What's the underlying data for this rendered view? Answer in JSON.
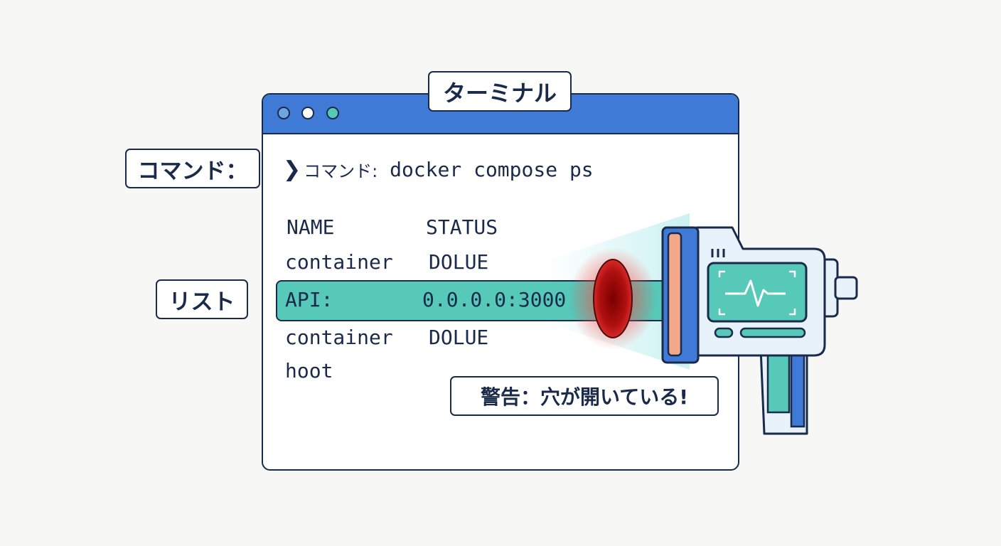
{
  "window": {
    "title": "ターミナル"
  },
  "labels": {
    "command": "コマンド：",
    "list": "リスト",
    "warning": "警告：穴が開いている!"
  },
  "terminal": {
    "prompt_prefix": "コマンド:",
    "command_text": " docker compose ps",
    "headers": {
      "name": "NAME",
      "status": "STATUS"
    },
    "rows": [
      {
        "name": "container",
        "status": "DOLUE"
      },
      {
        "name": "API:",
        "status": "0.0.0.0:3000"
      },
      {
        "name": "container",
        "status": "DOLUE"
      },
      {
        "name": "hoot",
        "status": ""
      }
    ]
  },
  "colors": {
    "titlebar": "#3f7ad6",
    "highlight": "#56c9b9",
    "hole": "#c41a1a",
    "outline": "#1a2a4a"
  },
  "icons": [
    "chevron-right-icon",
    "scanner-device-icon",
    "pulse-icon",
    "hole-icon"
  ]
}
